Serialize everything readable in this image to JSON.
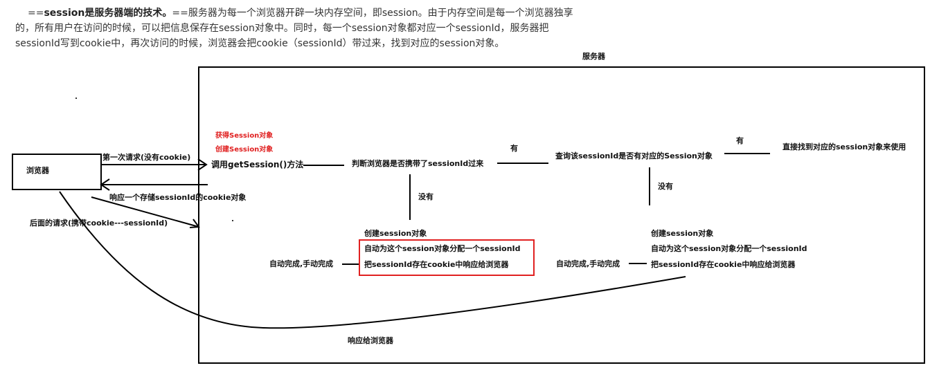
{
  "paragraph": {
    "lead": "==",
    "strong": "session是服务器端的技术。",
    "body": "==服务器为每一个浏览器开辟一块内存空间，即session。由于内存空间是每一个浏览器独享的，所有用户在访问的时候，可以把信息保存在session对象中。同时，每一个session对象都对应一个sessionId，服务器把sessionId写到cookie中，再次访问的时候，浏览器会把cookie（sessionId）带过来，找到对应的session对象。"
  },
  "boxes": {
    "server": "服务器",
    "browser": "浏览器"
  },
  "arrows": {
    "first_request": "第一次请求(没有cookie)",
    "response_cookie": "响应一个存储sessionId的cookie对象",
    "later_request": "后面的请求(携带cookie---sessionId)",
    "response_browser": "响应给浏览器"
  },
  "flow": {
    "get_session_red": "获得Session对象",
    "create_session_red": "创建Session对象",
    "call_method": "调用getSession()方法",
    "check_sessionid": "判断浏览器是否携带了sessionId过来",
    "has_1": "有",
    "query_session": "查询该sessionId是否有对应的Session对象",
    "has_2": "有",
    "use_session": "直接找到对应的session对象来使用",
    "none_1": "没有",
    "none_2": "没有",
    "auto_manual_1": "自动完成,手动完成",
    "auto_manual_2": "自动完成,手动完成",
    "steps_left": [
      "创建session对象",
      "自动为这个session对象分配一个sessionId",
      "把sessionId存在cookie中响应给浏览器"
    ],
    "steps_right": [
      "创建session对象",
      "自动为这个session对象分配一个sessionId",
      "把sessionId存在cookie中响应给浏览器"
    ]
  },
  "colors": {
    "highlight_box": "#e02020",
    "red_text": "#e02020",
    "line": "#000000"
  }
}
